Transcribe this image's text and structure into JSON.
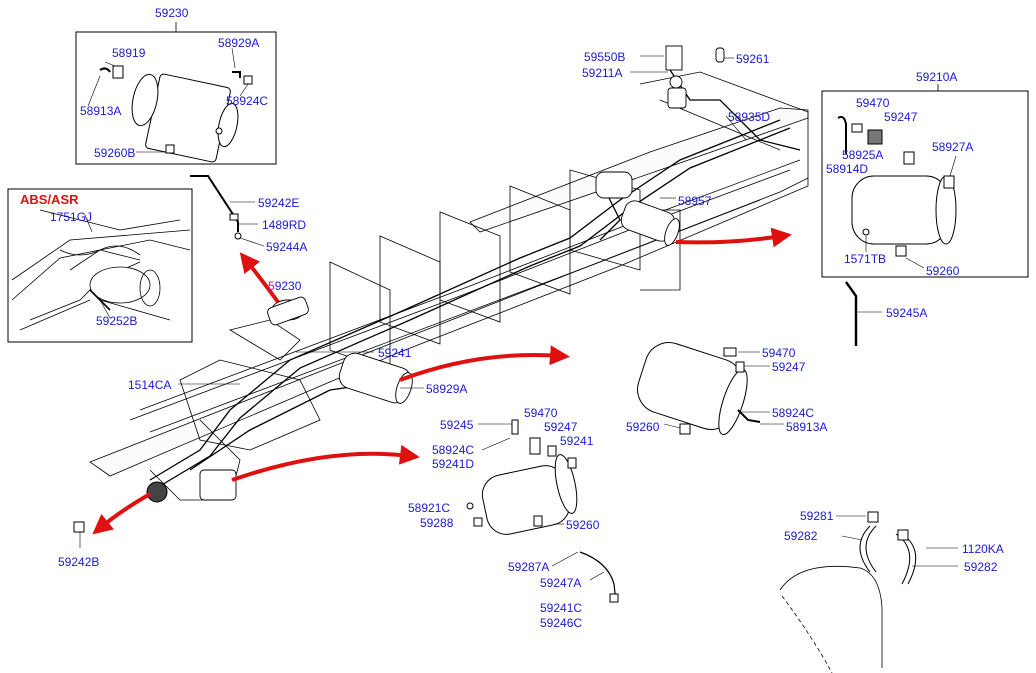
{
  "colors": {
    "label": "#1a1ad6",
    "arrow": "#e01010",
    "line": "#000000",
    "abs_title": "#e01010",
    "accent_digit": "#d000d0"
  },
  "boxes": {
    "top_left": {
      "title": "59230"
    },
    "right": {
      "title": "59210A"
    },
    "abs": {
      "title": "ABS/ASR"
    }
  },
  "labels": {
    "l_59230_top": "59230",
    "l_58919": "58919",
    "l_58929A_box": "58929A",
    "l_58913A_box": "58913A",
    "l_58924C_box": "58924C",
    "l_59260B": "59260B",
    "l_59242E": "59242E",
    "l_1489RD": "1489RD",
    "l_59244A": "59244A",
    "l_1751GJ": "1751GJ",
    "l_59252B": "59252B",
    "l_59230_mid_first": "5",
    "l_59230_mid_rest": "9230",
    "l_59241_main": "59241",
    "l_1514CA": "1514CA",
    "l_58929A_main": "58929A",
    "l_59242B": "59242B",
    "l_59550B": "59550B",
    "l_59211A": "59211A",
    "l_59261": "59261",
    "l_58935D": "58935D",
    "l_58957": "58957",
    "l_59470_box": "59470",
    "l_59247_box": "59247",
    "l_58925A": "58925A",
    "l_58927A": "58927A",
    "l_58914D": "58914D",
    "l_1571TB": "1571TB",
    "l_59260_box": "59260",
    "l_59245A": "59245A",
    "l_59470_r": "59470",
    "l_59247_r": "59247",
    "l_59260_r": "59260",
    "l_58924C_r": "58924C",
    "l_58913A_r": "58913A",
    "l_59245": "59245",
    "l_59470_c": "59470",
    "l_59247_c": "59247",
    "l_58924C_c": "58924C",
    "l_59241_c": "59241",
    "l_59241D": "59241D",
    "l_58921C": "58921C",
    "l_59288": "59288",
    "l_59260_c": "59260",
    "l_59287A": "59287A",
    "l_59247A": "59247A",
    "l_59241C": "59241C",
    "l_59246C": "59246C",
    "l_59281": "59281",
    "l_59282_a": "59282",
    "l_1120KA": "1120KA",
    "l_59282_b": "59282"
  }
}
